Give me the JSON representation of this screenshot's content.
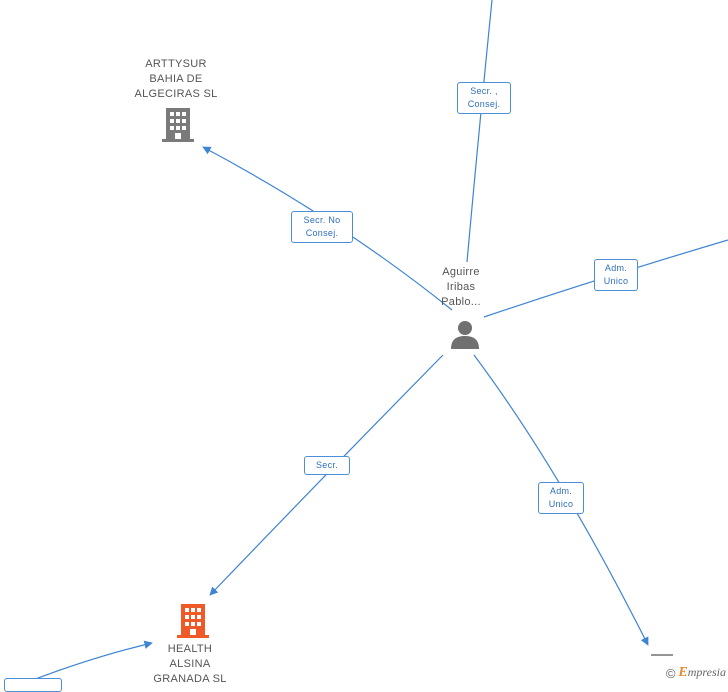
{
  "nodes": {
    "person": {
      "label": "Aguirre\nIribas\nPablo...",
      "icon": "person-icon"
    },
    "arttysur": {
      "label": "ARTTYSUR\nBAHIA DE\nALGECIRAS SL",
      "icon": "building-icon",
      "color": "#7a7a7a"
    },
    "health_alsina": {
      "label": "HEALTH\nALSINA\nGRANADA SL",
      "icon": "building-icon",
      "color": "#f05a28"
    }
  },
  "edges": {
    "top": {
      "label": "Secr. ,\nConsej."
    },
    "arttysur": {
      "label": "Secr.  No\nConsej."
    },
    "right": {
      "label": "Adm.\nUnico"
    },
    "health": {
      "label": "Secr."
    },
    "bottom_right": {
      "label": "Adm.\nUnico"
    }
  },
  "colors": {
    "edge": "#3d84d4",
    "label_text": "#2f6fba",
    "node_text": "#555555"
  },
  "watermark": {
    "copyright": "©",
    "brand_initial": "E",
    "brand_rest": "mpresia"
  }
}
